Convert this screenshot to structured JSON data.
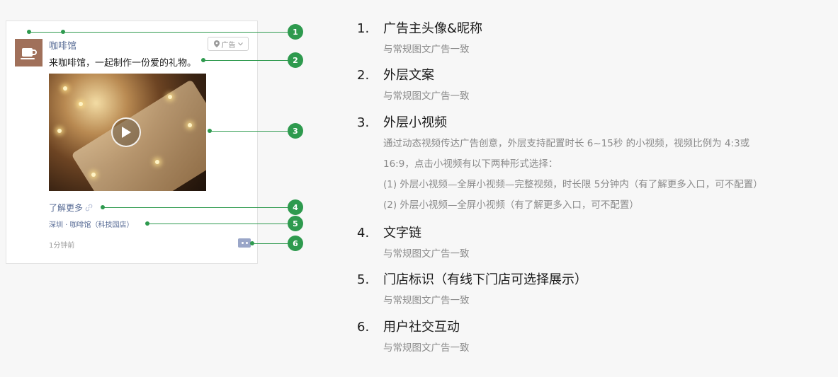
{
  "card": {
    "nickname": "咖啡馆",
    "ad_label": "广告",
    "caption": "来咖啡馆，一起制作一份爱的礼物。",
    "learn_more": "了解更多",
    "store": "深圳 · 咖啡馆（科技园店）",
    "time": "1分钟前"
  },
  "callouts": [
    "1",
    "2",
    "3",
    "4",
    "5",
    "6"
  ],
  "colors": {
    "accent": "#2e9a4e",
    "link": "#576b95",
    "muted": "#8a8a8a"
  },
  "items": [
    {
      "num": "1.",
      "title": "广告主头像&昵称",
      "desc": [
        "与常规图文广告一致"
      ]
    },
    {
      "num": "2.",
      "title": "外层文案",
      "desc": [
        "与常规图文广告一致"
      ]
    },
    {
      "num": "3.",
      "title": "外层小视频",
      "desc": [
        "通过动态视频传达广告创意，外层支持配置时长 6~15秒 的小视频，视频比例为 4:3或",
        "16:9，点击小视频有以下两种形式选择：",
        "(1) 外层小视频—全屏小视频—完整视频，时长限 5分钟内（有了解更多入口，可不配置）",
        "(2) 外层小视频—全屏小视频（有了解更多入口，可不配置）"
      ]
    },
    {
      "num": "4.",
      "title": "文字链",
      "desc": [
        "与常规图文广告一致"
      ]
    },
    {
      "num": "5.",
      "title": "门店标识（有线下门店可选择展示）",
      "desc": [
        "与常规图文广告一致"
      ]
    },
    {
      "num": "6.",
      "title": "用户社交互动",
      "desc": [
        "与常规图文广告一致"
      ]
    }
  ]
}
